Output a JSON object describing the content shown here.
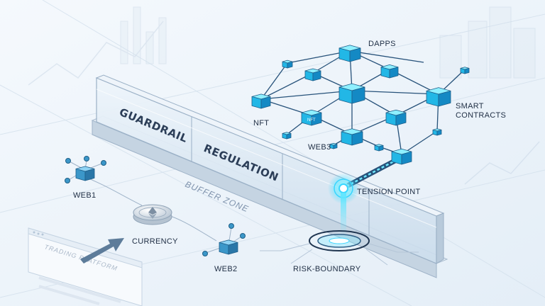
{
  "barrier": {
    "panels": [
      {
        "label": "GUARDRAIL"
      },
      {
        "label": "REGULATION"
      }
    ],
    "zone_label": "BUFFER ZONE",
    "tension_label": "TENSION POINT",
    "risk_label": "RISK-BOUNDARY"
  },
  "web3_cluster": {
    "nodes": [
      {
        "label": "DAPPS"
      },
      {
        "label": "SMART\nCONTRACTS"
      },
      {
        "label": "NFT"
      },
      {
        "label": "WEB3"
      }
    ],
    "nft_badge": "NFT"
  },
  "legacy": {
    "web1_label": "WEB1",
    "currency_label": "CURRENCY",
    "web2_label": "WEB2",
    "platform_label": "TRADING PLATFORM"
  },
  "colors": {
    "background": "#eef4fa",
    "cube_top": "#8ff0ff",
    "cube_front": "#22b7e6",
    "cube_side": "#1489c4",
    "legacy_cube": "#3b97c9",
    "wall_glass": "#d7e6f1",
    "link": "#27527a",
    "glow": "#39d6ff"
  }
}
